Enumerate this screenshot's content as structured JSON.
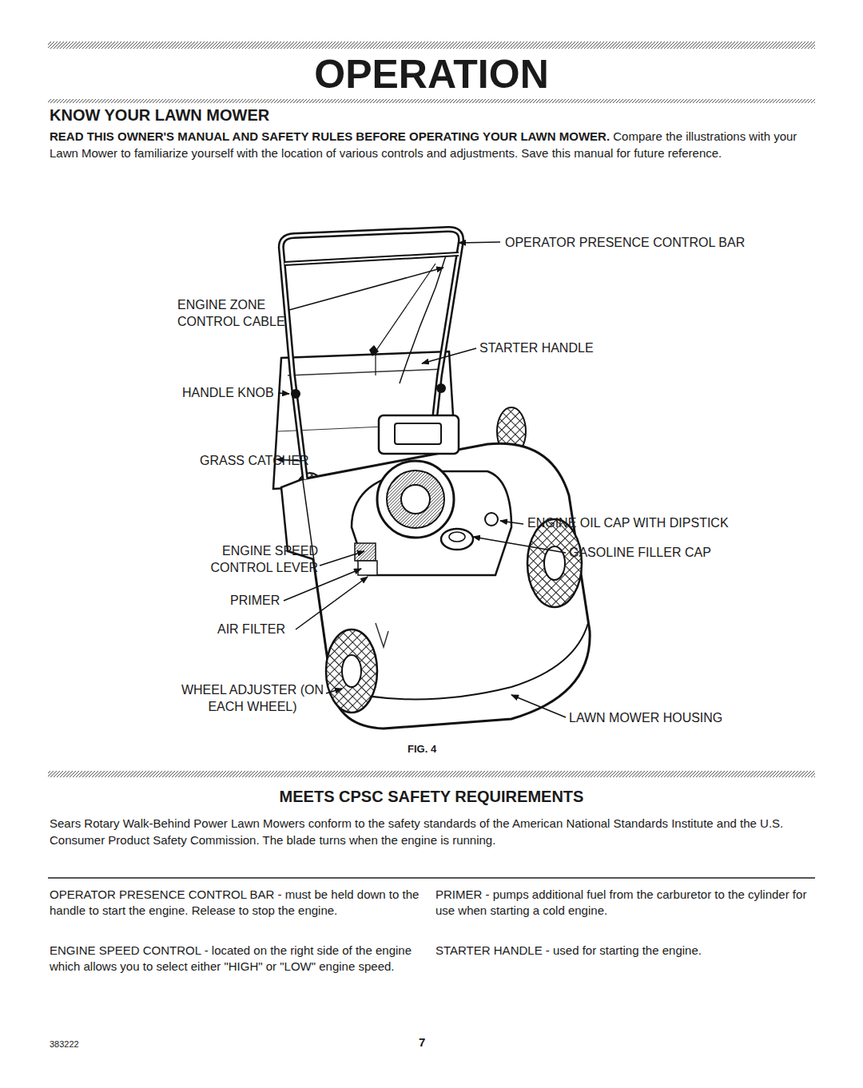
{
  "diagram": {
    "title": "OPERATION",
    "caption": "FIG. 4",
    "labels": [
      "KNOW YOUR LAWN MOWER",
      "READ THIS OWNER'S MANUAL AND SAFETY RULES BEFORE OPERATING YOUR LAWN MOWER.",
      "Compare the illustrations with your Lawn Mower to familiarize yourself with the location of various controls and adjustments. Save this manual for future reference.",
      "OPERATOR PRESENCE CONTROL BAR",
      "ENGINE ZONE CONTROL CABLE",
      "STARTER HANDLE",
      "HANDLE KNOB",
      "GRASS CATCHER",
      "ENGINE OIL CAP WITH DIPSTICK",
      "ENGINE SPEED CONTROL LEVER",
      "GASOLINE FILLER CAP",
      "PRIMER",
      "AIR FILTER",
      "WHEEL ADJUSTER (ON EACH WHEEL)",
      "LAWN MOWER HOUSING",
      "MEETS CPSC SAFETY REQUIREMENTS",
      "Sears Rotary Walk-Behind Power Lawn Mowers conform to the safety standards of the American National Standards Institute and the U.S. Consumer Product Safety Commission. The blade turns when the engine is running.",
      "OPERATOR PRESENCE CONTROL BAR - must be held down to the handle to start the engine. Release to stop the engine.",
      "ENGINE SPEED CONTROL - located on the right side of the engine which allows you to select either \"HIGH\" or \"LOW\" engine speed.",
      "PRIMER - pumps additional fuel from the carburetor to the cylinder for use when starting a cold engine.",
      "STARTER HANDLE - used for starting the engine.",
      "383222",
      "7"
    ]
  }
}
